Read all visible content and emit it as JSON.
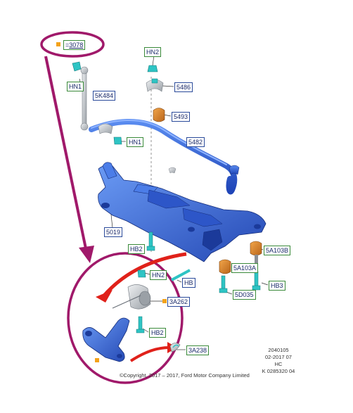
{
  "callouts": {
    "c3078": "3078",
    "hn2_top": "HN2",
    "hn1_left": "HN1",
    "c5k484": "5K484",
    "c5486": "5486",
    "c5493": "5493",
    "hn1_mid": "HN1",
    "c5482": "5482",
    "c5019": "5019",
    "hb2_mid": "HB2",
    "c5a103b": "5A103B",
    "c5a103a": "5A103A",
    "hb_mid": "HB",
    "hb3": "HB3",
    "c5d035": "5D035",
    "hn2_inset": "HN2",
    "c3a262": "3A262",
    "hb2_inset": "HB2",
    "c3a238": "3A238"
  },
  "info": {
    "line1": "2040105",
    "line2": "02-2017 07",
    "line3": "HC",
    "line4": "K 0285320 04"
  },
  "copyright": "©Copyright, 2017 – 2017, Ford Motor Company Limited",
  "colors": {
    "subframe": "#2f5fd8",
    "subframe_dark": "#1b3a9a",
    "stabilizer": "#3a72e6",
    "bushing": "#d9892a",
    "fastener": "#2ec4c4",
    "silver": "#c4c8cc",
    "magenta": "#a0196a",
    "red_arrow": "#e0211a",
    "orange_marker": "#f4a21a"
  }
}
